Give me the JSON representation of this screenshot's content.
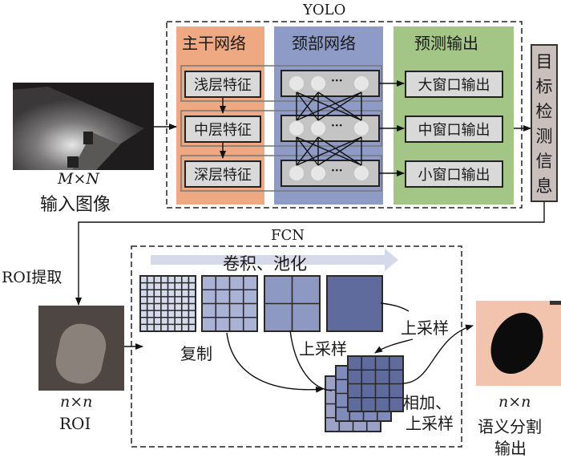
{
  "yolo": {
    "title": "YOLO",
    "backbone": {
      "title": "主干网络",
      "color": "#eea882",
      "features": [
        "浅层特征",
        "中层特征",
        "深层特征"
      ]
    },
    "neck": {
      "title": "颈部网络",
      "color": "#8d9bc6",
      "ellipsis": "···"
    },
    "prediction": {
      "title": "预测输出",
      "color": "#a3c585",
      "outputs": [
        "大窗口输出",
        "中窗口输出",
        "小窗口输出"
      ]
    }
  },
  "input": {
    "size_label": "M×N",
    "label": "输入图像"
  },
  "detection_info": {
    "label": "目标检测信息",
    "chars": [
      "目",
      "标",
      "检",
      "测",
      "信",
      "息"
    ],
    "color": "#c9bfbc"
  },
  "roi_extract_label": "ROI提取",
  "roi": {
    "size_label": "n×n",
    "label": "ROI"
  },
  "fcn": {
    "title": "FCN",
    "conv_pool_label": "卷积、池化",
    "copy_label": "复制",
    "upsample_label_1": "上采样",
    "upsample_label_2": "上采样",
    "add_upsample_label_1": "相加、",
    "add_upsample_label_2": "上采样",
    "grids": [
      {
        "cells": 8,
        "color": "#d4d9ec"
      },
      {
        "cells": 4,
        "color": "#aab3d6"
      },
      {
        "cells": 2,
        "color": "#8e99c3"
      },
      {
        "cells": 1,
        "color": "#5f6b9c"
      }
    ]
  },
  "output": {
    "size_label": "n×n",
    "label_line1": "语义分割",
    "label_line2": "输出",
    "bg_color": "#f2c4ad"
  }
}
